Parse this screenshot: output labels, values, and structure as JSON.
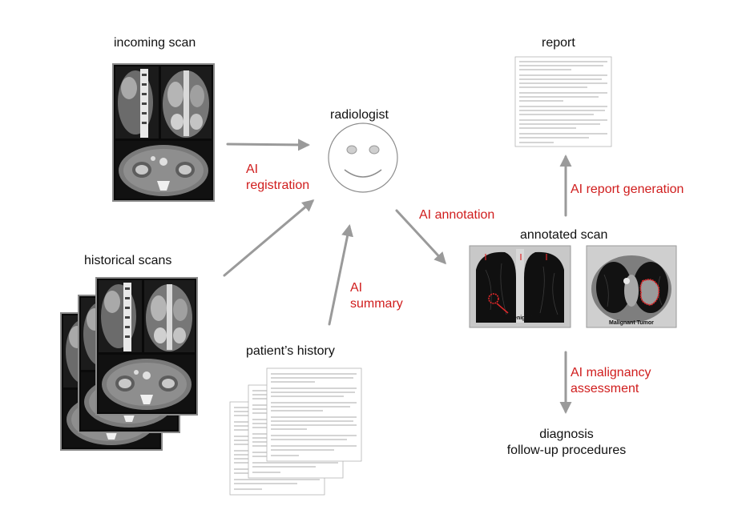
{
  "nodes": {
    "incoming_scan": "incoming scan",
    "historical_scans": "historical scans",
    "radiologist": "radiologist",
    "patients_history": "patient’s history",
    "annotated_scan": "annotated scan",
    "report": "report",
    "diagnosis_line1": "diagnosis",
    "diagnosis_line2": "follow-up procedures"
  },
  "ai_steps": {
    "registration_line1": "AI",
    "registration_line2": "registration",
    "summary_line1": "AI",
    "summary_line2": "summary",
    "annotation": "AI annotation",
    "report_generation": "AI report generation",
    "malignancy_line1": "AI malignancy",
    "malignancy_line2": "assessment"
  },
  "image_captions": {
    "benign": "Benign Tumor",
    "malignant": "Malignant Tumor"
  },
  "colors": {
    "ai_text": "#d01d1d",
    "arrow": "#9a9a9a",
    "tumor_outline": "#e0282a"
  }
}
